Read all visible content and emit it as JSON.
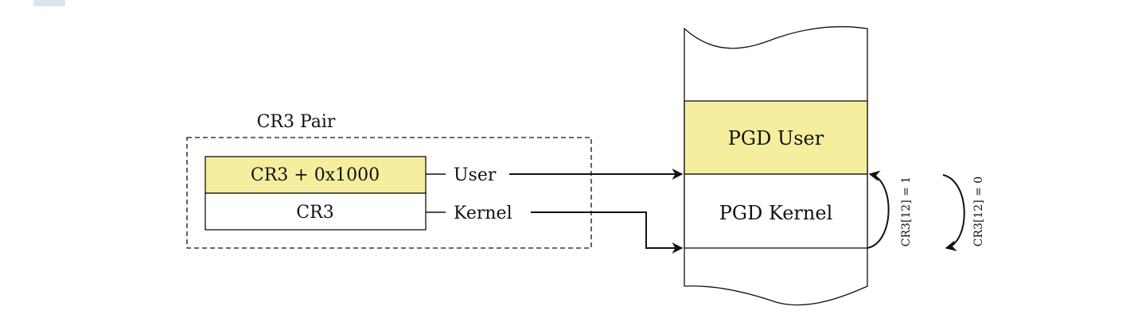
{
  "group": {
    "title": "CR3 Pair"
  },
  "registers": [
    {
      "label": "CR3 + 0x1000",
      "link": "User",
      "fill": "#f5ee9e"
    },
    {
      "label": "CR3",
      "link": "Kernel",
      "fill": "#ffffff"
    }
  ],
  "memory": {
    "pgd_user": {
      "label": "PGD User",
      "fill": "#f5ee9e"
    },
    "pgd_kernel": {
      "label": "PGD Kernel",
      "fill": "#ffffff"
    }
  },
  "switches": {
    "to_user": "CR3[12] = 1",
    "to_kernel": "CR3[12] = 0"
  },
  "colors": {
    "stroke": "#111111",
    "highlight": "#f5ee9e",
    "corner": "#dbe5f1"
  }
}
